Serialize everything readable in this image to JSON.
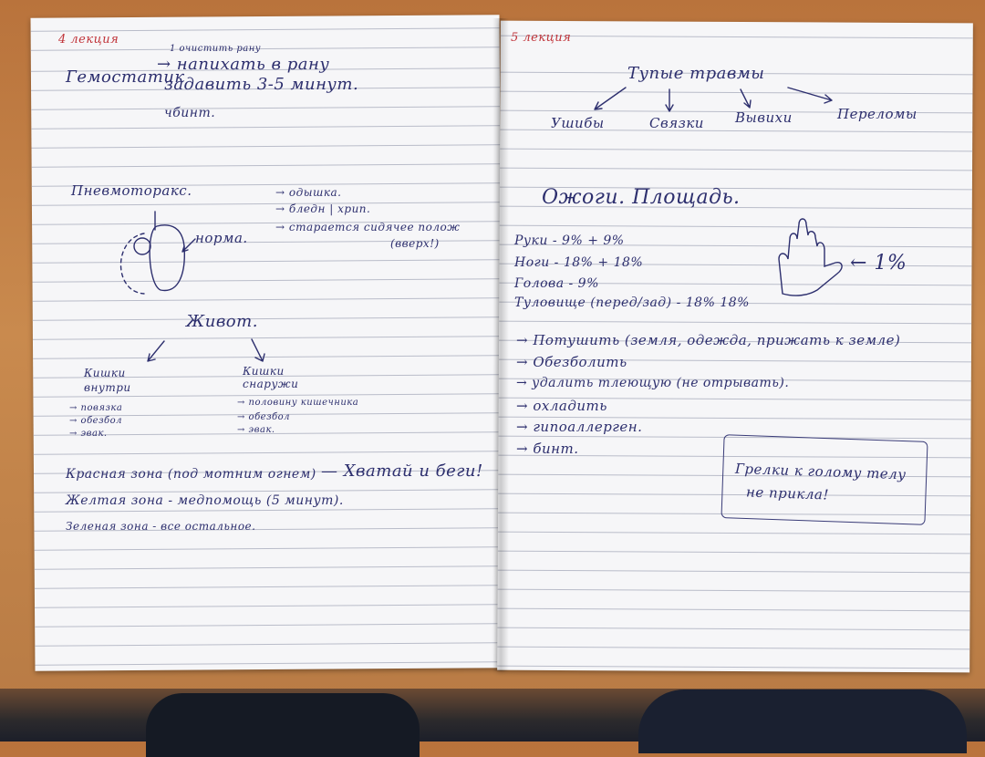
{
  "left_page": {
    "heading": "4 лекция",
    "gemostatik": {
      "term": "Гемостатик",
      "note_top": "1 очистить рану",
      "step_1": "→ напихать в рану",
      "step_2": "зaдавить 3-5 минут.",
      "step_3": "чбинт."
    },
    "pneumothorax": {
      "term": "Пневмоторакс.",
      "symptoms": [
        "→ одышка.",
        "→ бледн | хрип.",
        "→ старается сидячее полож",
        "(вверх!)"
      ],
      "diagram_label": "норма."
    },
    "abdomen": {
      "title": "Живот.",
      "inside": {
        "title_1": "Кишки",
        "title_2": "внутри",
        "items": [
          "→ повязка",
          "→ обезбол",
          "→ эвак."
        ]
      },
      "outside": {
        "title_1": "Кишки",
        "title_2": "снаружи",
        "items": [
          "→ половину кишечника",
          "→ обезбол",
          "→ эвак."
        ]
      }
    },
    "zones": [
      {
        "text": "Красная зона (под мотним огнем)",
        "extra": "— Хватай и беги!"
      },
      {
        "text": "Желтая зона - медпомощь (5 минут)."
      },
      {
        "text": "Зеленая зона - все остальное."
      }
    ]
  },
  "right_page": {
    "heading": "5 лекция",
    "blunt_trauma": {
      "title": "Тупые травмы",
      "items": [
        "Ушибы",
        "Связки",
        "Вывихи",
        "Переломы"
      ]
    },
    "burns": {
      "title": "Ожоги. Площадь.",
      "areas": [
        "Руки - 9% + 9%",
        "Ноги - 18% + 18%",
        "Голова - 9%",
        "Туловище (перед/зад) - 18% 18%"
      ],
      "palm_label": "← 1%"
    },
    "steps": [
      "→ Потушить (земля, одежда, прижать к земле)",
      "→ Обезболить",
      "→ удалить тлеющую (не отрывать).",
      "→ охладить",
      "→ гипоаллерген.",
      "→ бинт."
    ],
    "boxed_note_1": "Грелки к голому телу",
    "boxed_note_2": "не прикла!"
  },
  "colors": {
    "ink": "#2d2f6e",
    "heading_ink": "#c03238",
    "paper": "#f6f6f8",
    "rule_lines": "#b9bcc9",
    "table": "#c98a4e"
  }
}
